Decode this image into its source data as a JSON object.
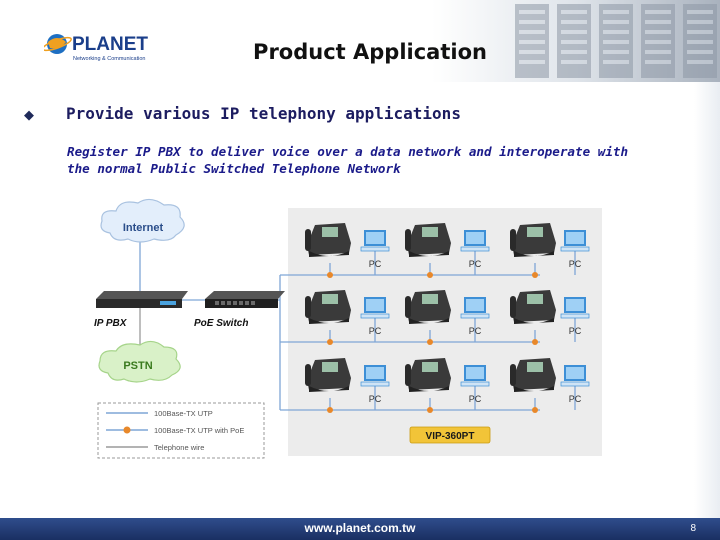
{
  "header": {
    "title": "Product Application",
    "logo_text": "PLANET",
    "logo_tagline": "Networking & Communication"
  },
  "bullet": {
    "icon": "diamond-bullet-icon",
    "text": "Provide various IP telephony applications"
  },
  "description": {
    "line1": "Register IP PBX to deliver voice over a data network and interoperate with",
    "line2": "the normal Public Switched Telephone Network"
  },
  "diagram": {
    "internet_label": "Internet",
    "pstn_label": "PSTN",
    "pbx_label": "IP PBX",
    "switch_label": "PoE Switch",
    "pc_label": "PC",
    "model_label": "VIP-360PT",
    "legend": {
      "utp": "100Base-TX UTP",
      "utp_poe": "100Base-TX UTP with PoE",
      "phone_wire": "Telephone wire"
    }
  },
  "footer": {
    "url": "www.planet.com.tw",
    "page": "8"
  },
  "colors": {
    "footer_bg": "#2f4d8c",
    "title_text": "#111111",
    "bullet_text": "#1c1c60",
    "desc_text": "#1b1b8a",
    "utp_line": "#7fa6d6",
    "poe_dot": "#e8882a",
    "phone_line": "#9a9a9a",
    "cloud_internet": "#e3eefb",
    "cloud_pstn": "#d9f1c8"
  }
}
